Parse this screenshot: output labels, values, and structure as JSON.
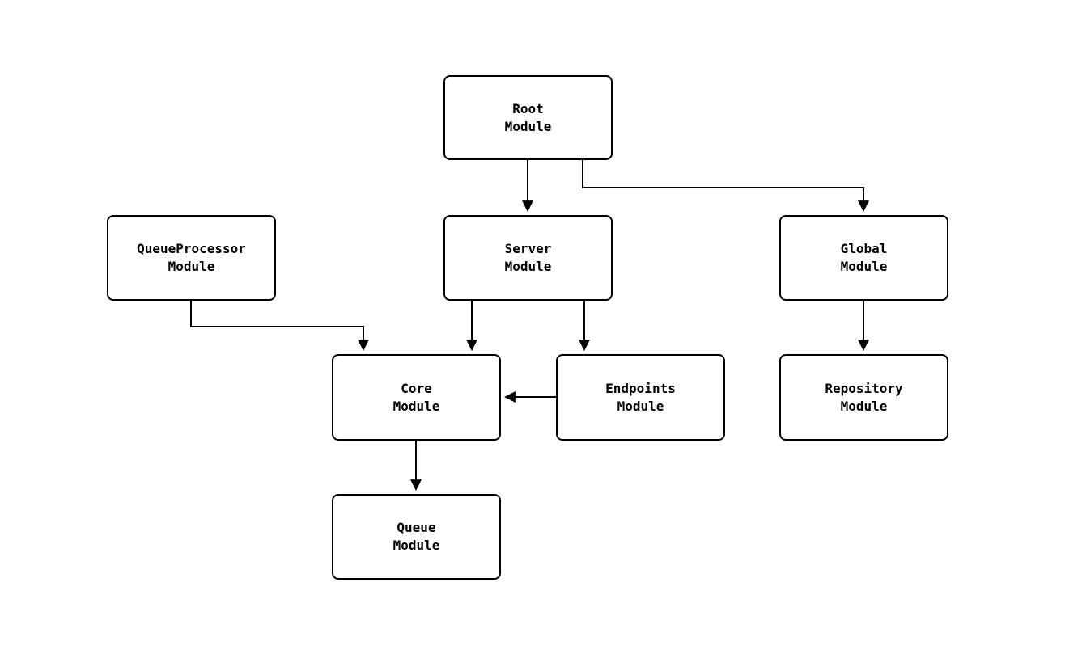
{
  "diagram": {
    "type": "flowchart",
    "title": "",
    "nodes": {
      "root": {
        "label": "Root\nModule"
      },
      "queueprocessor": {
        "label": "QueueProcessor\nModule"
      },
      "server": {
        "label": "Server\nModule"
      },
      "global": {
        "label": "Global\nModule"
      },
      "core": {
        "label": "Core\nModule"
      },
      "endpoints": {
        "label": "Endpoints\nModule"
      },
      "repository": {
        "label": "Repository\nModule"
      },
      "queue": {
        "label": "Queue\nModule"
      }
    },
    "edges": [
      {
        "from": "Root Module",
        "to": "Server Module"
      },
      {
        "from": "Root Module",
        "to": "Global Module"
      },
      {
        "from": "QueueProcessor Module",
        "to": "Core Module"
      },
      {
        "from": "Server Module",
        "to": "Core Module"
      },
      {
        "from": "Server Module",
        "to": "Endpoints Module"
      },
      {
        "from": "Endpoints Module",
        "to": "Core Module"
      },
      {
        "from": "Global Module",
        "to": "Repository Module"
      },
      {
        "from": "Core Module",
        "to": "Queue Module"
      }
    ],
    "colors": {
      "background": "#ffffff",
      "node_fill": "#ffffff",
      "node_border": "#000000",
      "edge": "#000000",
      "text": "#000000"
    }
  }
}
